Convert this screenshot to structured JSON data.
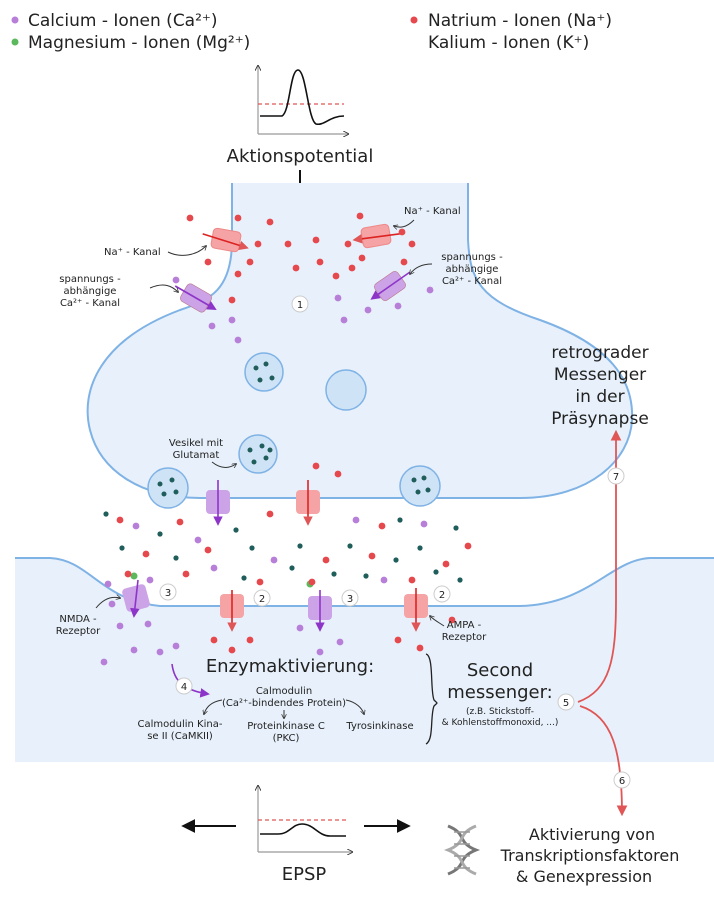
{
  "legend": {
    "calcium": "Calcium - Ionen (Ca²⁺)",
    "magnesium": "Magnesium - Ionen (Mg²⁺)",
    "natrium": "Natrium - Ionen (Na⁺)",
    "kalium": "Kalium - Ionen (K⁺)"
  },
  "labels": {
    "aktionspotential": "Aktionspotential",
    "na_kanal_left": "Na⁺ - Kanal",
    "na_kanal_right": "Na⁺ - Kanal",
    "ca_kanal_left_1": "spannungs -",
    "ca_kanal_left_2": "abhängige",
    "ca_kanal_left_3": "Ca²⁺ - Kanal",
    "ca_kanal_right_1": "spannungs -",
    "ca_kanal_right_2": "abhängige",
    "ca_kanal_right_3": "Ca²⁺ - Kanal",
    "vesikel_1": "Vesikel mit",
    "vesikel_2": "Glutamat",
    "nmda_1": "NMDA -",
    "nmda_2": "Rezeptor",
    "ampa_1": "AMPA -",
    "ampa_2": "Rezeptor",
    "enzym": "Enzymaktivierung:",
    "calmodulin_1": "Calmodulin",
    "calmodulin_2": "(Ca²⁺-bindendes Protein)",
    "camk_1": "Calmodulin Kina-",
    "camk_2": "se II (CaMKII)",
    "pkc_1": "Proteinkinase C",
    "pkc_2": "(PKC)",
    "tyrosin": "Tyrosinkinase",
    "second_1": "Second",
    "second_2": "messenger:",
    "second_3": "(z.B. Stickstoff-",
    "second_4": "& Kohlenstoffmonoxid, ...)",
    "retro_1": "retrograder",
    "retro_2": "Messenger",
    "retro_3": "in der",
    "retro_4": "Präsynapse",
    "epsp": "EPSP",
    "aktiv_1": "Aktivierung von",
    "aktiv_2": "Transkriptionsfaktoren",
    "aktiv_3": "& Genexpression"
  },
  "steps": {
    "s1": "1",
    "s2a": "2",
    "s2b": "2",
    "s3a": "3",
    "s3b": "3",
    "s4": "4",
    "s5": "5",
    "s6": "6",
    "s7": "7"
  },
  "colors": {
    "calcium": "#b77fd8",
    "magnesium": "#5cb85c",
    "natrium": "#e5484d",
    "glutamate": "#1f5e5a",
    "membrane": "#7fb2e5",
    "cell_fill": "#e8f1fb",
    "arrow_red": "#e05656",
    "channel_red": "#f5a3a5",
    "channel_purple": "#cba3e6"
  }
}
